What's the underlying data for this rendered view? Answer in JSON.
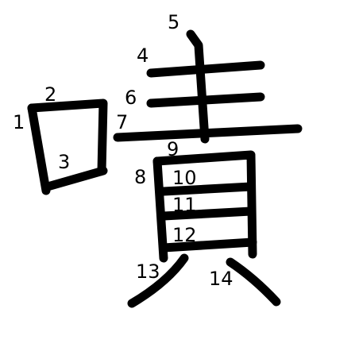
{
  "diagram": {
    "character": "嘖",
    "stroke_color": "#000000",
    "background": "#ffffff",
    "stroke_numbers": [
      "1",
      "2",
      "3",
      "4",
      "5",
      "6",
      "7",
      "8",
      "9",
      "10",
      "11",
      "12",
      "13",
      "14"
    ]
  }
}
